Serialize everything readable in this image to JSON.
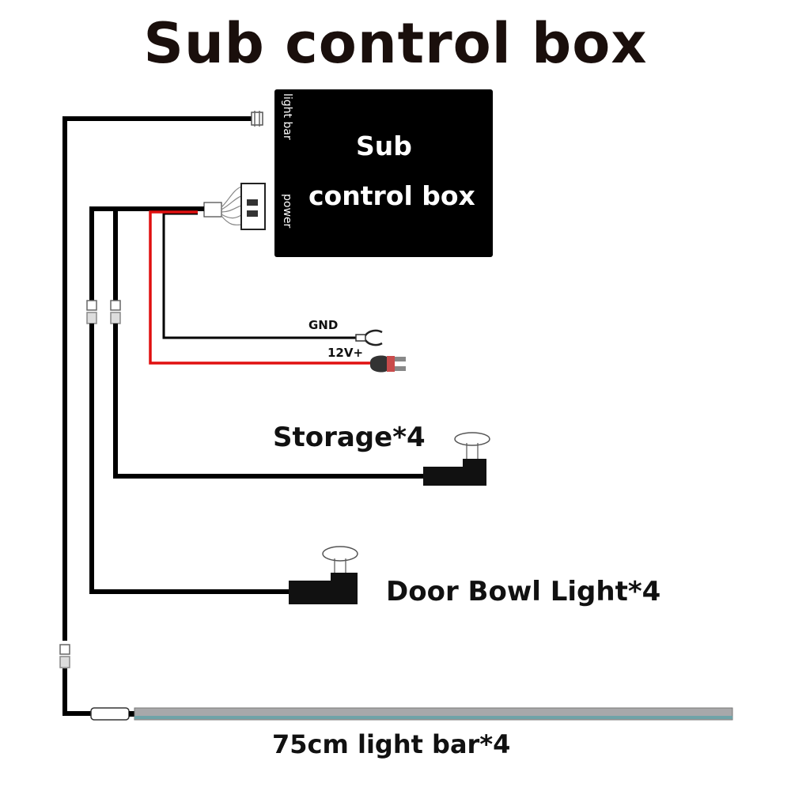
{
  "title": "Sub control box",
  "control_box": {
    "line1": "Sub",
    "line2": "control box",
    "port_light_bar": "light bar",
    "port_power": "power"
  },
  "power": {
    "gnd_label": "GND",
    "v12_label": "12V+"
  },
  "components": {
    "storage_label": "Storage*4",
    "door_bowl_label": "Door Bowl Light*4",
    "light_bar_label": "75cm light bar*4"
  },
  "colors": {
    "wire_black": "#000000",
    "wire_red": "#e01010",
    "light_bar_gray": "#a8a8aa",
    "light_bar_teal": "#6fa3a8"
  }
}
